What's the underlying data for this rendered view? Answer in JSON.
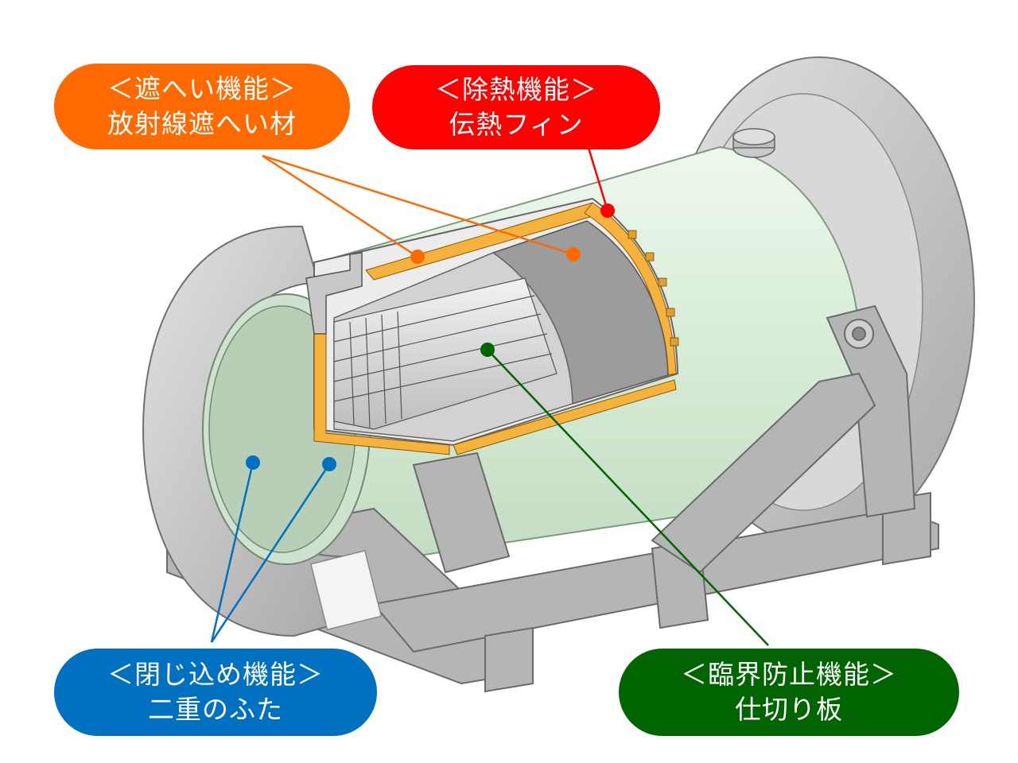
{
  "colors": {
    "shielding": "#ff6a00",
    "heat_removal": "#ff0000",
    "containment": "#0070c0",
    "criticality": "#006400",
    "canister": "#dcefdc",
    "steel": "#bcbcbc",
    "shield_material": "#f5b33d"
  },
  "callouts": {
    "shielding": {
      "title": "＜遮へい機能＞",
      "subtitle": "放射線遮へい材"
    },
    "heat_removal": {
      "title": "＜除熱機能＞",
      "subtitle": "伝熱フィン"
    },
    "containment": {
      "title": "＜閉じ込め機能＞",
      "subtitle": "二重のふた"
    },
    "criticality": {
      "title": "＜臨界防止機能＞",
      "subtitle": "仕切り板"
    }
  }
}
